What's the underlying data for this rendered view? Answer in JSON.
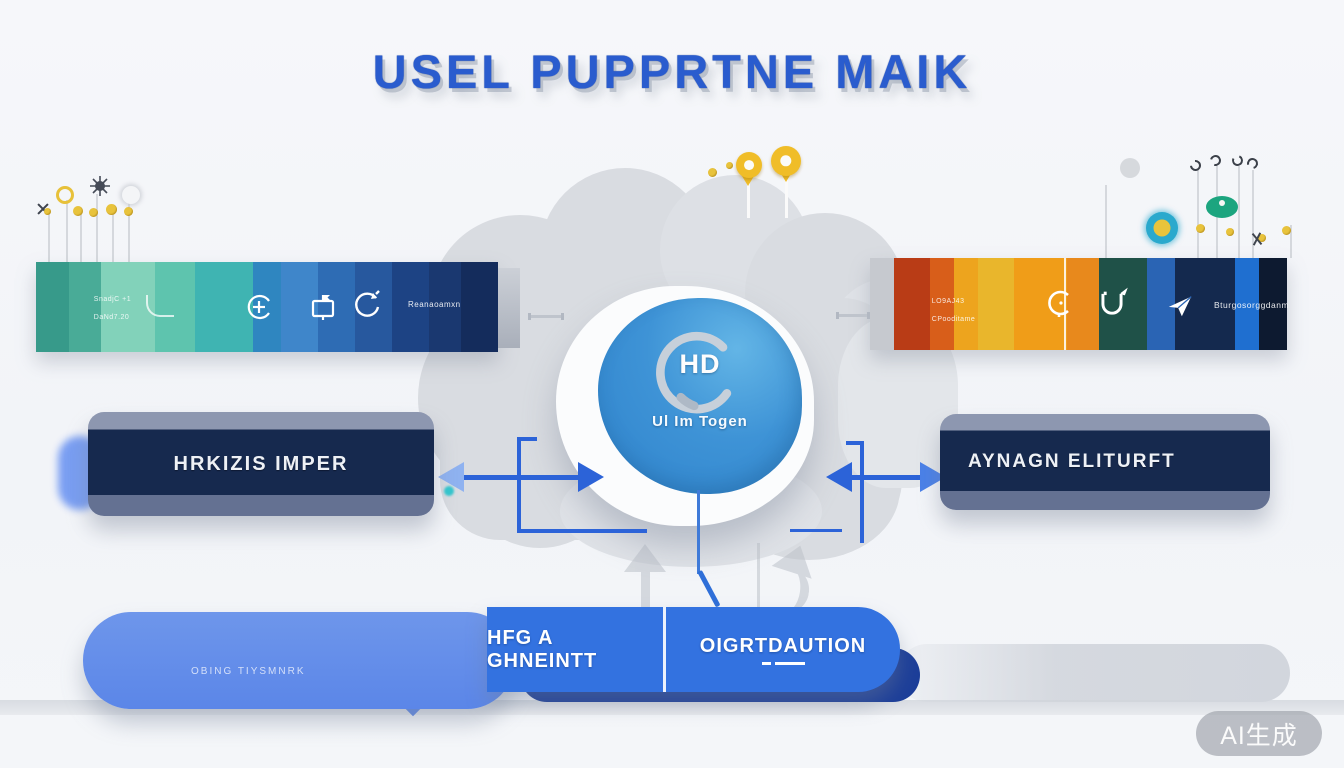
{
  "title": {
    "text": "USEL PUPPRTNE MAIK"
  },
  "center_node": {
    "badge": "HD",
    "label": "Ul Im Togen"
  },
  "left_bar": {
    "tiny_line1": "SnadjC +1",
    "tiny_line2": "DaNd7.20",
    "caption": "Reanaoamxn",
    "segments": [
      {
        "c": "#379a8a",
        "w": 8
      },
      {
        "c": "#49ab97",
        "w": 8
      },
      {
        "c": "#82d2ba",
        "w": 13
      },
      {
        "c": "#5ec4ae",
        "w": 10
      },
      {
        "c": "#3fb4b2",
        "w": 14
      },
      {
        "c": "#2f86c0",
        "w": 7
      },
      {
        "c": "#3f86ca",
        "w": 9
      },
      {
        "c": "#2e6cb4",
        "w": 9
      },
      {
        "c": "#27589e",
        "w": 9
      },
      {
        "c": "#1d4384",
        "w": 9
      },
      {
        "c": "#1a3870",
        "w": 8
      },
      {
        "c": "#142c5c",
        "w": 9
      }
    ]
  },
  "right_bar": {
    "tiny_line1": "LO9AJ43",
    "tiny_line2": "CPooditame",
    "caption": "Bturgosorggdanm",
    "segments": [
      {
        "c": "#c6c9cf",
        "w": 6
      },
      {
        "c": "#b93c16",
        "w": 9
      },
      {
        "c": "#d85e1a",
        "w": 6
      },
      {
        "c": "#eda41e",
        "w": 6
      },
      {
        "c": "#e9b62c",
        "w": 9
      },
      {
        "c": "#f09d18",
        "w": 13
      },
      {
        "c": "#e8891c",
        "w": 8
      },
      {
        "c": "#1f5148",
        "w": 12
      },
      {
        "c": "#2a64b4",
        "w": 7
      },
      {
        "c": "#14294e",
        "w": 15
      },
      {
        "c": "#1f6fd0",
        "w": 6
      },
      {
        "c": "#0d1a30",
        "w": 7
      }
    ]
  },
  "left_box": {
    "label": "HRKIZIS IMPER"
  },
  "right_box": {
    "label": "AYNAGN ELITURFT"
  },
  "bottom": {
    "left_pill_label": "OBING TIYSMNRK",
    "segment_label": "HFG A GHNEINTT",
    "cta_label": "OIGRTDAUTION"
  },
  "watermark": {
    "text": "AI生成"
  },
  "colors": {
    "accent_blue": "#2c63d8",
    "circle_blue": "#3b8fd2",
    "navy_box": "#16294e",
    "pill_blue": "#3372e0",
    "light_pill": "#5f8ae8",
    "title_blue": "#2a5cce",
    "teal_start": "#379a8a",
    "orange_start": "#b93c16"
  }
}
